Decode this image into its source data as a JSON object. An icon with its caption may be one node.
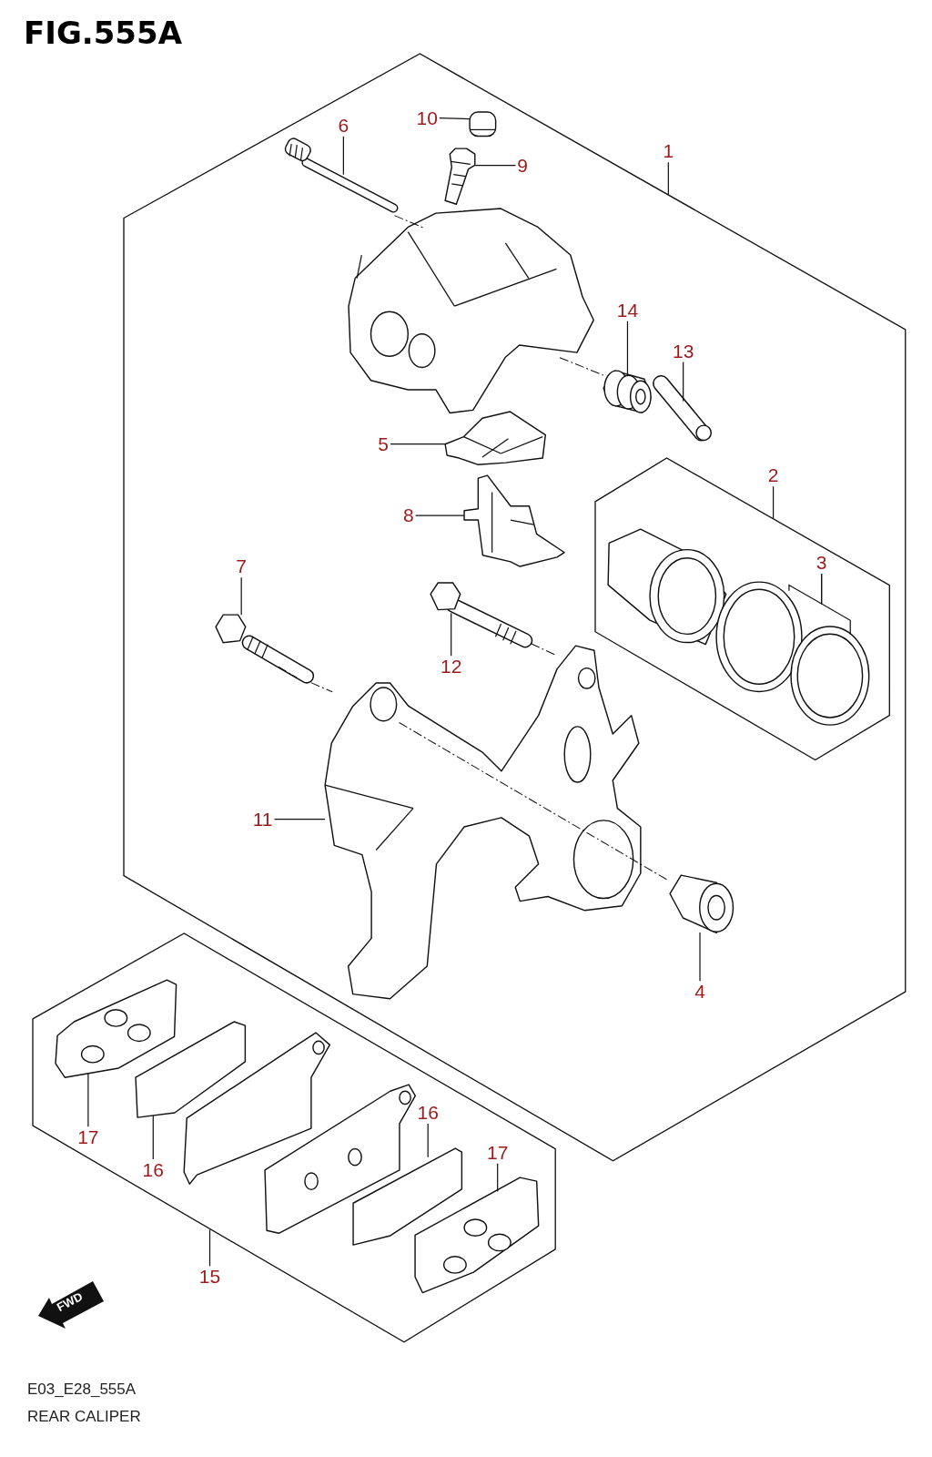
{
  "diagram": {
    "title": "FIG.555A",
    "nodes": [
      {
        "text": [],
        "shape": "box"
      },
      {
        "text": [],
        "shape": "box",
        "in": 0
      },
      {
        "text": [],
        "shape": "box"
      },
      {
        "text": [],
        "shape": "picture",
        "in": 0
      },
      {
        "text": [],
        "shape": "picture",
        "in": 0
      },
      {
        "text": [],
        "shape": "picture",
        "in": 0
      },
      {
        "text": [],
        "shape": "picture",
        "in": 0
      },
      {
        "text": [],
        "shape": "picture",
        "in": 0
      },
      {
        "text": [],
        "shape": "picture",
        "in": 0
      },
      {
        "text": [],
        "shape": "picture",
        "in": 0
      },
      {
        "text": [],
        "shape": "picture",
        "in": 1
      },
      {
        "text": [],
        "shape": "picture",
        "in": 0
      },
      {
        "text": [],
        "shape": "picture",
        "in": 1
      },
      {
        "text": [],
        "shape": "picture",
        "in": 1
      },
      {
        "text": [],
        "shape": "picture",
        "in": 0
      },
      {
        "text": [],
        "shape": "picture",
        "in": 0
      },
      {
        "text": [],
        "shape": "picture",
        "in": 0
      },
      {
        "text": [],
        "shape": "picture",
        "in": 0
      },
      {
        "text": [],
        "shape": "picture",
        "in": 2
      },
      {
        "text": [],
        "shape": "picture",
        "in": 2
      },
      {
        "text": [],
        "shape": "picture",
        "in": 2
      },
      {
        "text": [],
        "shape": "picture",
        "in": 2
      },
      {
        "text": [],
        "shape": "picture",
        "in": 2
      },
      {
        "text": [],
        "shape": "picture",
        "in": 2
      },
      {
        "text": [
          "10"
        ],
        "in": 0
      },
      {
        "text": [
          "6"
        ],
        "in": 0
      },
      {
        "text": [
          "9"
        ],
        "in": 0
      },
      {
        "text": [
          "1"
        ]
      },
      {
        "text": [
          "14"
        ],
        "in": 0
      },
      {
        "text": [
          "13"
        ],
        "in": 0
      },
      {
        "text": [
          "5"
        ],
        "in": 0
      },
      {
        "text": [
          "2"
        ],
        "in": 0
      },
      {
        "text": [
          "8"
        ],
        "in": 0
      },
      {
        "text": [
          "3"
        ],
        "in": 1
      },
      {
        "text": [
          "7"
        ],
        "in": 0
      },
      {
        "text": [
          "12"
        ],
        "in": 0
      },
      {
        "text": [
          "11"
        ],
        "in": 0
      },
      {
        "text": [
          "4"
        ],
        "in": 0
      },
      {
        "text": [
          "16"
        ],
        "in": 2
      },
      {
        "text": [
          "17"
        ],
        "in": 2
      },
      {
        "text": [
          "17"
        ],
        "in": 2
      },
      {
        "text": [
          "16"
        ],
        "in": 2
      },
      {
        "text": [
          "15"
        ]
      }
    ],
    "edges": [
      {
        "from": 24,
        "to": 3,
        "arrow": "none"
      },
      {
        "from": 25,
        "to": 4,
        "arrow": "none"
      },
      {
        "from": 26,
        "to": 5,
        "arrow": "none"
      },
      {
        "from": 27,
        "to": 0,
        "arrow": "none"
      },
      {
        "from": 28,
        "to": 7,
        "arrow": "none"
      },
      {
        "from": 29,
        "to": 8,
        "arrow": "none"
      },
      {
        "from": 30,
        "to": 9,
        "arrow": "none"
      },
      {
        "from": 31,
        "to": 1,
        "arrow": "none"
      },
      {
        "from": 32,
        "to": 11,
        "arrow": "none"
      },
      {
        "from": 33,
        "to": 12,
        "arrow": "none"
      },
      {
        "from": 33,
        "to": 13,
        "arrow": "none"
      },
      {
        "from": 34,
        "to": 14,
        "arrow": "none"
      },
      {
        "from": 35,
        "to": 15,
        "arrow": "none"
      },
      {
        "from": 36,
        "to": 16,
        "arrow": "none"
      },
      {
        "from": 37,
        "to": 17,
        "arrow": "none"
      },
      {
        "from": 38,
        "to": 22,
        "arrow": "none"
      },
      {
        "from": 39,
        "to": 18,
        "arrow": "none"
      },
      {
        "from": 40,
        "to": 23,
        "arrow": "none"
      },
      {
        "from": 41,
        "to": 19,
        "arrow": "none"
      },
      {
        "from": 42,
        "to": 2,
        "arrow": "none"
      }
    ],
    "labels": [
      "FWD",
      "E03_E28_555A",
      "REAR CALIPER"
    ]
  }
}
